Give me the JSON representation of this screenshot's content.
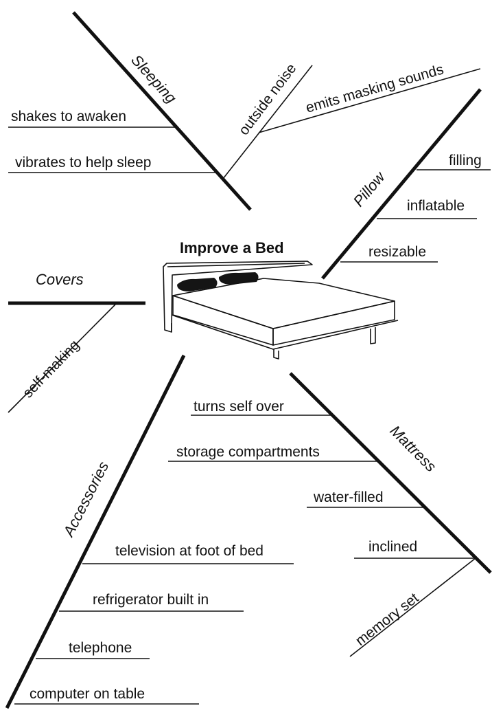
{
  "title": "Improve a Bed",
  "branches": {
    "sleeping": {
      "label": "Sleeping",
      "items": [
        "shakes to awaken",
        "vibrates to help sleep",
        "outside noise",
        "emits masking sounds"
      ]
    },
    "pillow": {
      "label": "Pillow",
      "items": [
        "filling",
        "inflatable",
        "resizable"
      ]
    },
    "covers": {
      "label": "Covers",
      "items": [
        "self-making"
      ]
    },
    "mattress": {
      "label": "Mattress",
      "items": [
        "turns self over",
        "storage compartments",
        "water-filled",
        "inclined",
        "memory set"
      ]
    },
    "accessories": {
      "label": "Accessories",
      "items": [
        "television at foot of bed",
        "refrigerator built in",
        "telephone",
        "computer on table"
      ]
    }
  }
}
